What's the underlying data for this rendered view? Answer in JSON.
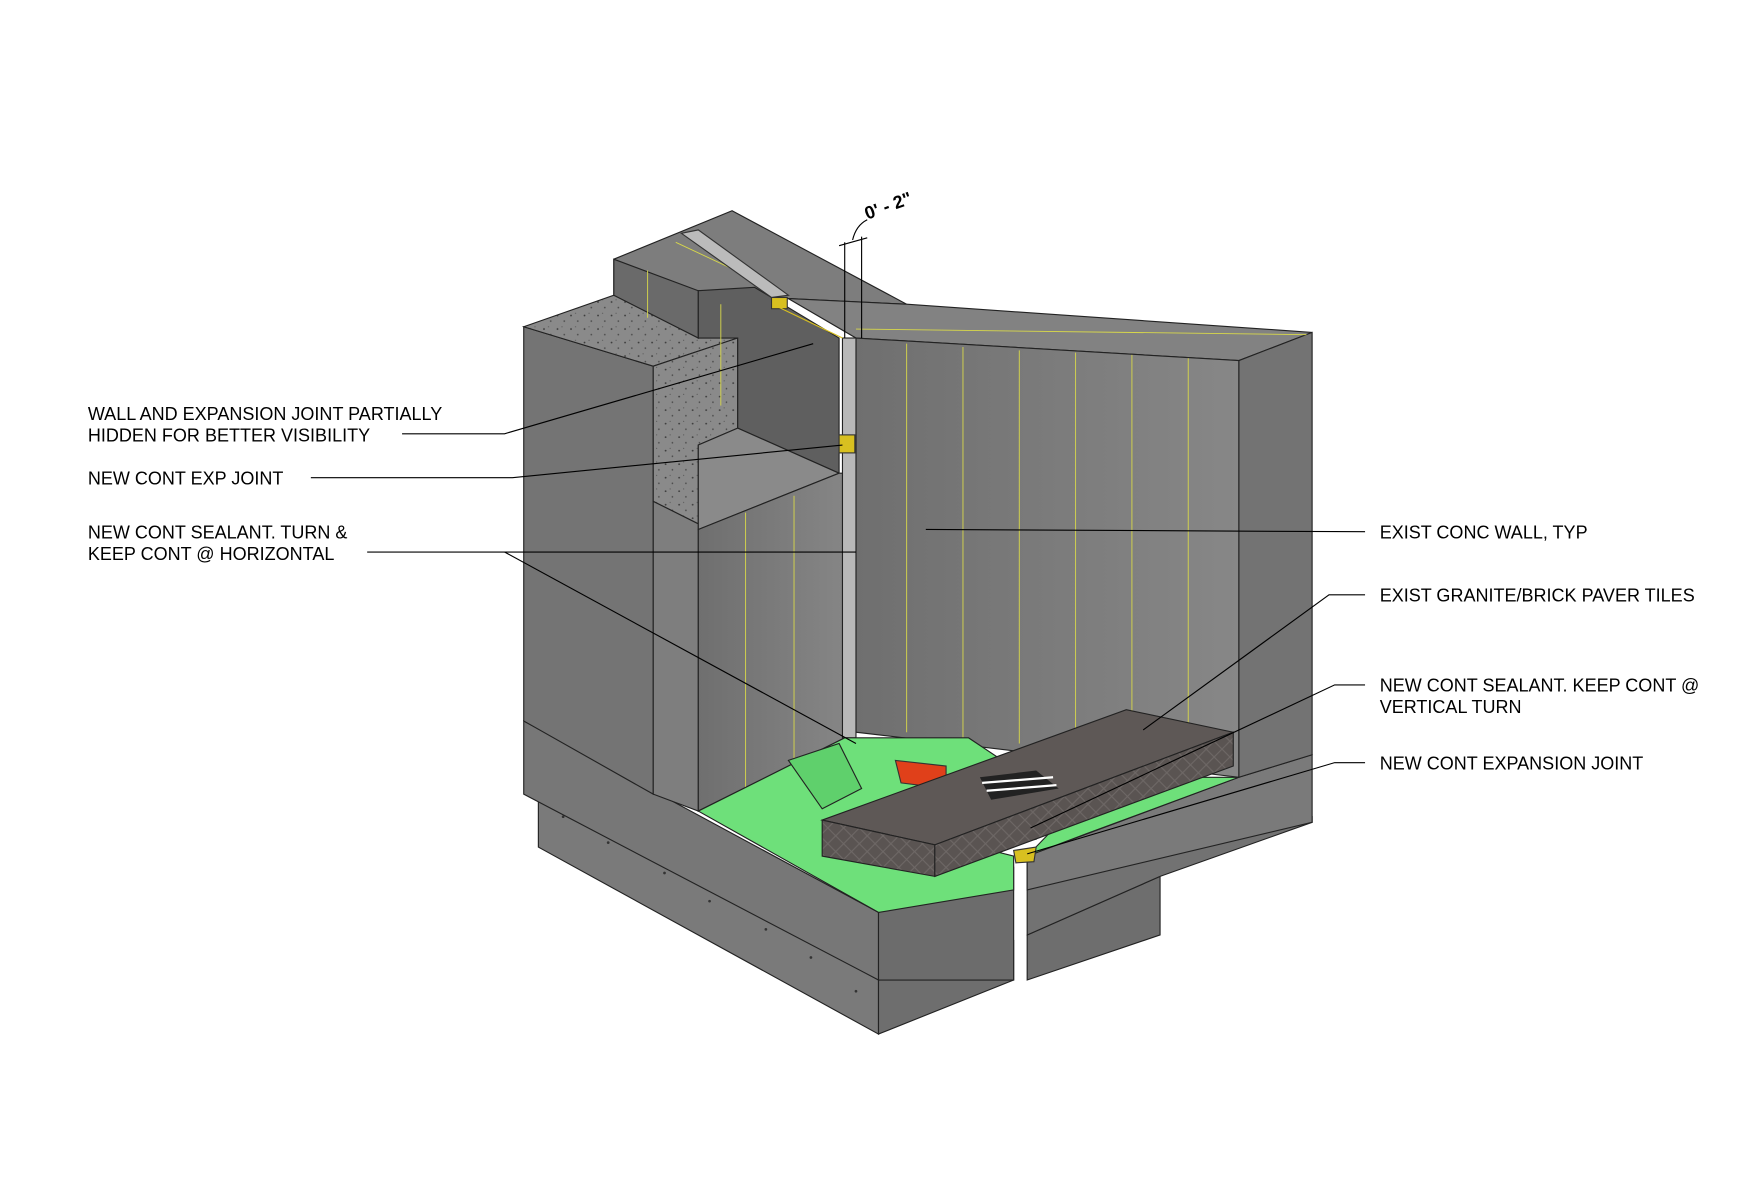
{
  "dimension": {
    "text": "0' - 2\""
  },
  "labels_left": [
    {
      "lines": [
        "WALL AND EXPANSION JOINT PARTIALLY",
        "HIDDEN FOR BETTER VISIBILITY"
      ]
    },
    {
      "lines": [
        "NEW CONT EXP JOINT"
      ]
    },
    {
      "lines": [
        "NEW CONT SEALANT. TURN &",
        "KEEP CONT @ HORIZONTAL"
      ]
    }
  ],
  "labels_right": [
    {
      "lines": [
        "EXIST CONC WALL, TYP"
      ]
    },
    {
      "lines": [
        "EXIST GRANITE/BRICK PAVER TILES"
      ]
    },
    {
      "lines": [
        "NEW CONT SEALANT. KEEP CONT @",
        "VERTICAL TURN"
      ]
    },
    {
      "lines": [
        "NEW CONT EXPANSION JOINT"
      ]
    }
  ],
  "colors": {
    "concrete": "#7b7b7b",
    "membrane": "#6ee07a",
    "paver": "#5a5452",
    "sealant": "#e0401a",
    "joint": "#d8c020"
  }
}
